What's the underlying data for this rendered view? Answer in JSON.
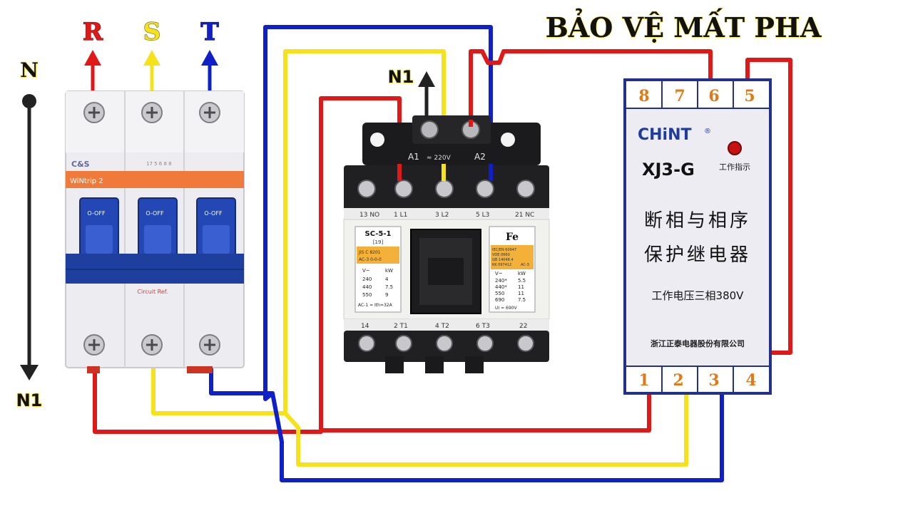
{
  "title": "BẢO VỆ MẤT PHA",
  "phases": {
    "r": "R",
    "s": "S",
    "t": "T",
    "n": "N",
    "n1_left": "N1",
    "n1_top": "N1"
  },
  "colors": {
    "red": "#e01818",
    "yellow": "#f6e21a",
    "blue": "#1020c8",
    "black": "#222222",
    "breaker_blue": "#1f3f9e",
    "relay_border": "#23318a"
  },
  "breaker": {
    "brand": "C&S",
    "model": "WiNtrip 2",
    "rating": "17 5 6 8 8",
    "pole_label": "O-OFF",
    "bottom_label": "Circuit Ref."
  },
  "contactor": {
    "model": "SC-5-1",
    "code": "[19]",
    "std": "JIS C 8201",
    "ac": "AC-3 0-0-0",
    "brand": "Fe",
    "table_left": {
      "head": [
        "V~",
        "kW"
      ],
      "rows": [
        [
          "240",
          "4"
        ],
        [
          "440",
          "7.5"
        ],
        [
          "550",
          "9"
        ]
      ],
      "foot": "AC-1 = Ith=32A"
    },
    "iec": [
      "IEC/EN 60947",
      "VDE 0660",
      "GB 14048.4",
      "KK 097412",
      "AC-3"
    ],
    "table_right": {
      "head": [
        "V~",
        "kW"
      ],
      "rows": [
        [
          "240*",
          "5.5"
        ],
        [
          "440*",
          "11"
        ],
        [
          "550",
          "11"
        ],
        [
          "690",
          "7.5"
        ]
      ],
      "foot": "UI = 690V"
    },
    "top_terms": [
      "A1",
      "A2"
    ],
    "coil_label": "≈ 220V",
    "top_row": [
      "13 NO",
      "1 L1",
      "3 L2",
      "5 L3",
      "21 NC"
    ],
    "bot_row": [
      "14",
      "2 T1",
      "4 T2",
      "6 T3",
      "22"
    ]
  },
  "relay": {
    "brand": "CHiNT",
    "reg": "®",
    "model": "XJ3-G",
    "indicator": "工作指示",
    "line1": "断相与相序",
    "line2": "保护继电器",
    "voltage": "工作电压三相380V",
    "maker": "浙江正泰电器股份有限公司",
    "top_terms": [
      "8",
      "7",
      "6",
      "5"
    ],
    "bot_terms": [
      "1",
      "2",
      "3",
      "4"
    ]
  }
}
